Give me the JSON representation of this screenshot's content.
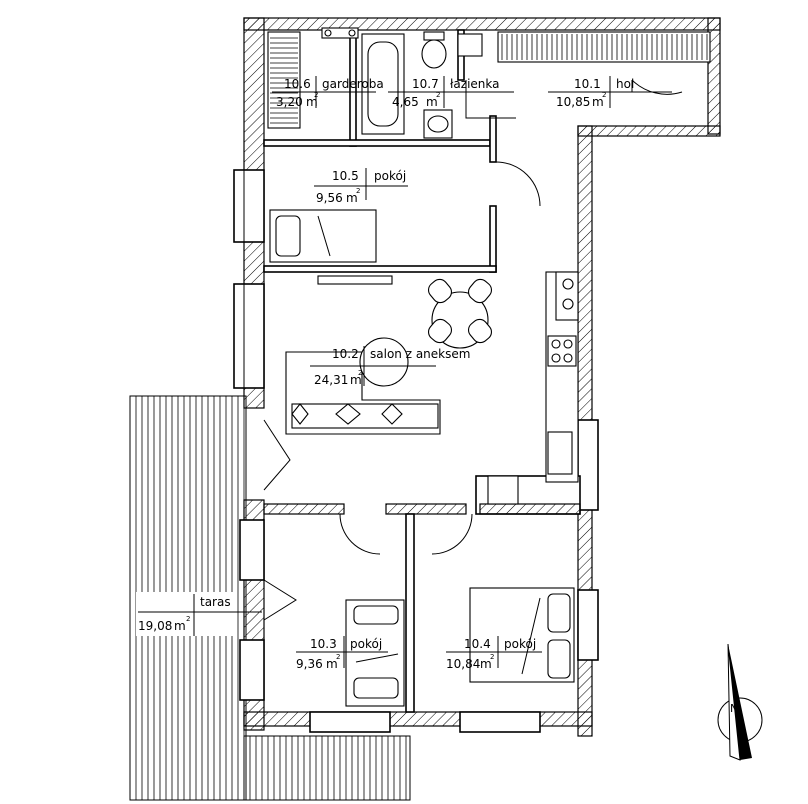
{
  "rooms": [
    {
      "id": "10.6",
      "name": "garderoba",
      "area": "3,20",
      "unit": "m",
      "exp": "2"
    },
    {
      "id": "10.7",
      "name": "łazienka",
      "area": "4,65",
      "unit": "m",
      "exp": "2"
    },
    {
      "id": "10.1",
      "name": "hol",
      "area": "10,85",
      "unit": "m",
      "exp": "2"
    },
    {
      "id": "10.5",
      "name": "pokój",
      "area": "9,56",
      "unit": "m",
      "exp": "2"
    },
    {
      "id": "10.2",
      "name": "salon z aneksem",
      "area": "24,31",
      "unit": "m",
      "exp": "2"
    },
    {
      "id": "10.3",
      "name": "pokój",
      "area": "9,36",
      "unit": "m",
      "exp": "2"
    },
    {
      "id": "10.4",
      "name": "pokój",
      "area": "10,84",
      "unit": "m",
      "exp": "2"
    }
  ],
  "terrace": {
    "name": "taras",
    "area": "19,08",
    "unit": "m",
    "exp": "2"
  },
  "north_arrow": {
    "icon": "north-arrow-icon",
    "label": "N"
  },
  "colors": {
    "line": "#000000",
    "background": "#ffffff"
  }
}
